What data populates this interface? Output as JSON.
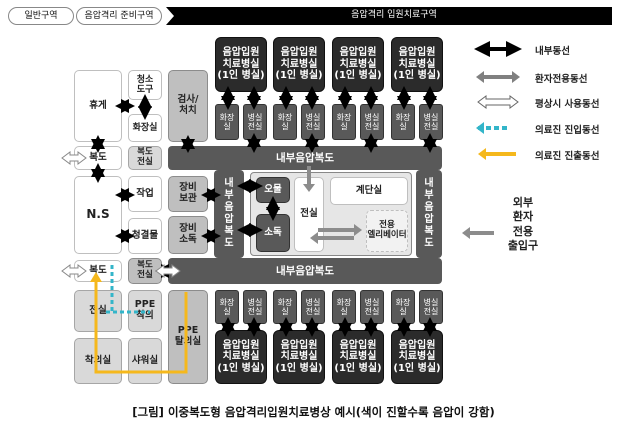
{
  "zones": {
    "general": "일반구역",
    "prep": "음압격리 준비구역",
    "ward": "음압격리 입원치료구역"
  },
  "rooms": {
    "rest": "휴게",
    "cleaning": "청소\n도구",
    "toilet": "화장실",
    "exam": "검사/\n처치",
    "corridor_left_top": "복도",
    "corridor_entry": "복도\n전실",
    "ns": "N.S",
    "work": "작업",
    "clean_linen": "청결물",
    "equip_storage": "장비\n보관",
    "equip_disinfect": "장비\n소독",
    "corridor_left_bottom": "복도",
    "corridor_anteroom": "복도\n전실",
    "anteroom_left": "전실",
    "ppe_don": "PPE\n착의",
    "ppe_doff": "PPE\n탈의실",
    "donning": "착의실",
    "shower": "샤워실",
    "inner_corridor_top": "내부음압복도",
    "inner_corridor_bottom": "내부음압복도",
    "inner_corridor_left": "내\n부\n음\n압\n복\n도",
    "inner_corridor_right": "내\n부\n음\n압\n복\n도",
    "dirty": "오물",
    "disinfect": "소독",
    "anteroom_center": "전실",
    "stairs": "계단실",
    "elevator": "전용\n엘리베이터",
    "ward_room": "음압입원\n치료병실\n(1인 병실)",
    "ward_toilet": "화장실",
    "ward_anteroom": "병실\n전실"
  },
  "legend": {
    "inner": "내부동선",
    "patient": "환자전용동선",
    "normal": "평상시 사용동선",
    "staff_in": "의료진 진입동선",
    "staff_out": "의료진 진출동선"
  },
  "external_entrance": "외부\n환자\n전용\n출입구",
  "caption": "[그림] 이중복도형 음압격리입원치료병상 예시(색이 진할수록 음압이 강함)",
  "colors": {
    "inner_flow": "#000000",
    "patient_flow": "#808080",
    "normal_flow": "#ffffff",
    "staff_in": "#33b5c9",
    "staff_out": "#f5b81c"
  }
}
